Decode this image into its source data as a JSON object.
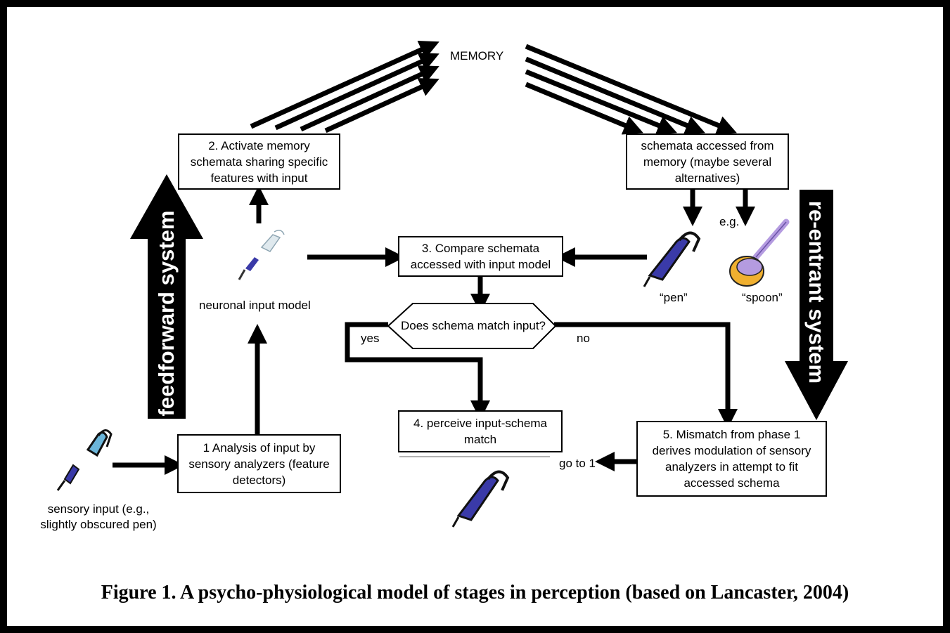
{
  "memory_label": "MEMORY",
  "boxes": {
    "activate": "2. Activate memory schemata sharing specific features with input",
    "schemata_accessed": "schemata accessed from memory (maybe several alternatives)",
    "compare": "3. Compare schemata accessed with input model",
    "decision": "Does schema match input?",
    "perceive": "4. perceive input-schema match",
    "analysis": "1 Analysis of input by sensory analyzers (feature detectors)",
    "mismatch": "5. Mismatch from phase 1 derives modulation of sensory analyzers in attempt to fit accessed schema"
  },
  "labels": {
    "neuronal_input_model": "neuronal input model",
    "sensory_input": "sensory input (e.g., slightly obscured pen)",
    "eg": "e.g.",
    "pen": "“pen”",
    "spoon": "“spoon”",
    "yes": "yes",
    "no": "no",
    "goto": "go to 1"
  },
  "systems": {
    "feedforward": "feedforward system",
    "reentrant": "re-entrant system"
  },
  "caption": "Figure 1. A psycho-physiological model of stages in perception (based on Lancaster, 2004)",
  "icons": [
    "pen-icon",
    "spoon-icon",
    "fragmented-pen-icon"
  ],
  "colors": {
    "line": "#000000",
    "pen_body": "#3a3aa8",
    "spoon": "#b49be0",
    "spoon_bowl": "#f0b030"
  }
}
